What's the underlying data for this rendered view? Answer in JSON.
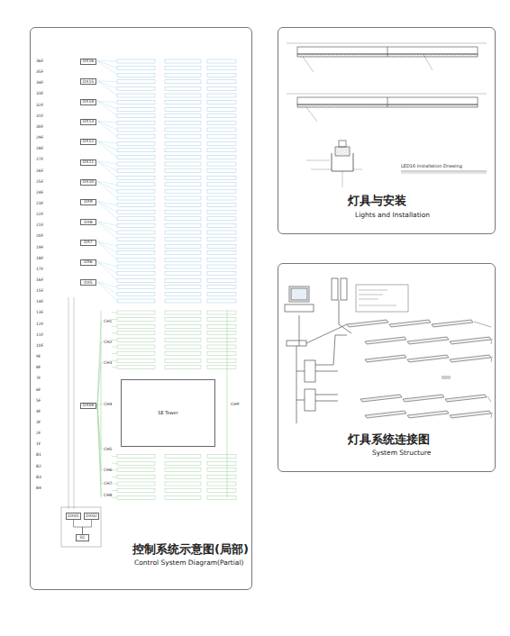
{
  "diagram": {
    "nodes": [
      {
        "text": [
          "控制系统示意图(局部)",
          "Control System Diagram(Partial)"
        ]
      },
      {
        "text": [
          "DX16"
        ],
        "in": 0
      },
      {
        "text": [
          "DX15"
        ],
        "in": 0
      },
      {
        "text": [
          "DX14"
        ],
        "in": 0
      },
      {
        "text": [
          "DX13"
        ],
        "in": 0
      },
      {
        "text": [
          "DX12"
        ],
        "in": 0
      },
      {
        "text": [
          "DX11"
        ],
        "in": 0
      },
      {
        "text": [
          "DX10"
        ],
        "in": 0
      },
      {
        "text": [
          "DX9"
        ],
        "in": 0
      },
      {
        "text": [
          "DX8"
        ],
        "in": 0
      },
      {
        "text": [
          "DX7"
        ],
        "in": 0
      },
      {
        "text": [
          "DX6"
        ],
        "in": 0
      },
      {
        "text": [
          "DX5"
        ],
        "in": 0
      },
      {
        "text": [
          "DX04"
        ],
        "in": 0
      },
      {
        "text": [
          "SE Tower"
        ],
        "in": 0
      },
      {
        "text": [
          "DX01"
        ],
        "in": 0
      },
      {
        "text": [
          "DX02"
        ],
        "in": 0
      },
      {
        "text": [
          "SC"
        ],
        "in": 0
      },
      {
        "text": [
          "灯具与安装",
          "Lights and Installation"
        ]
      },
      {
        "text": [
          "灯具系统连接图",
          "System Structure"
        ]
      }
    ],
    "edges": [
      {
        "from": 15,
        "to": 17,
        "arrow": "none"
      },
      {
        "from": 16,
        "to": 17,
        "arrow": "none"
      }
    ],
    "labels": [
      "36F",
      "35F",
      "34F",
      "33F",
      "32F",
      "31F",
      "30F",
      "29F",
      "28F",
      "27F",
      "26F",
      "25F",
      "24F",
      "23F",
      "22F",
      "21F",
      "20F",
      "19F",
      "18F",
      "17F",
      "16F",
      "15F",
      "14F",
      "13F",
      "12F",
      "11F",
      "10F",
      "9F",
      "8F",
      "7F",
      "6F",
      "5F",
      "4F",
      "3F",
      "2F",
      "1F",
      "B1",
      "B2",
      "B3",
      "B4",
      "CH1",
      "CH2",
      "CH3",
      "CH4",
      "CH5",
      "CH6",
      "CH7",
      "CH8",
      "CH9",
      "LED16 Installation Drawing"
    ]
  }
}
